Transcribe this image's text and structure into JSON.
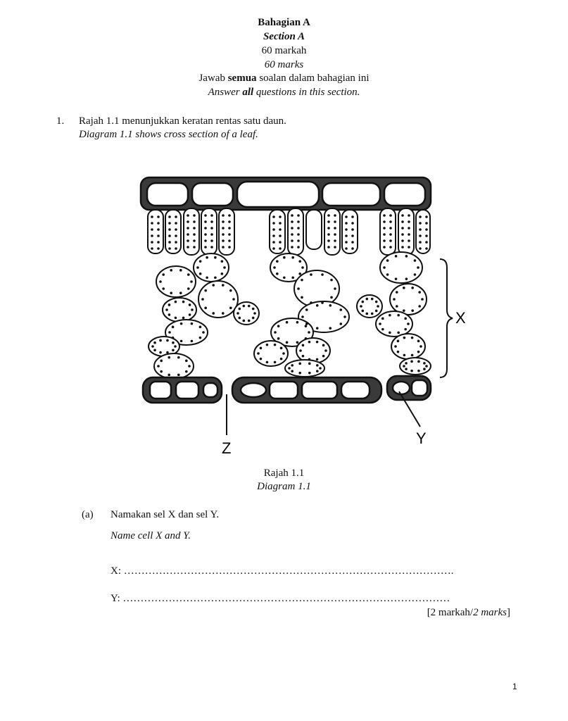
{
  "header": {
    "title_ms": "Bahagian A",
    "title_en": "Section A",
    "marks_ms": "60 markah",
    "marks_en": "60 marks",
    "instr_ms_pre": "Jawab ",
    "instr_ms_bold": "semua",
    "instr_ms_post": " soalan dalam bahagian ini",
    "instr_en_pre": "Answer ",
    "instr_en_bold": "all",
    "instr_en_post": " questions in this section."
  },
  "question": {
    "number": "1.",
    "text_ms": "Rajah 1.1 menunjukkan keratan rentas satu daun.",
    "text_en": "Diagram 1.1 shows cross section of a leaf."
  },
  "diagram": {
    "labels": {
      "x": "X",
      "y": "Y",
      "z": "Z"
    },
    "caption_ms": "Rajah 1.1",
    "caption_en": "Diagram 1.1"
  },
  "part_a": {
    "label": "(a)",
    "text_ms": "Namakan sel X dan sel Y.",
    "text_en": "Name cell X and Y.",
    "answer_x_label": "X:",
    "answer_x_dots": "………………………………………………………………………………….",
    "answer_y_label": "Y:",
    "answer_y_dots": "…………………………………………………………………………………",
    "marks_ms": "[2 markah/",
    "marks_en": "2 marks",
    "marks_close": "]"
  },
  "page_number": "1"
}
